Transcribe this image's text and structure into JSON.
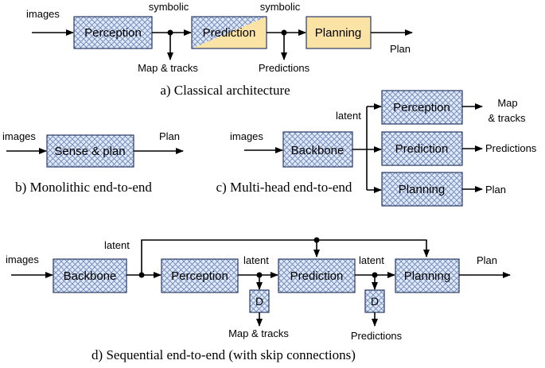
{
  "classical": {
    "images": "images",
    "symbolic_1": "symbolic",
    "symbolic_2": "symbolic",
    "perception": "Perception",
    "prediction": "Prediction",
    "planning": "Planning",
    "map_tracks": "Map & tracks",
    "predictions": "Predictions",
    "plan": "Plan",
    "caption": "a) Classical architecture"
  },
  "monolithic": {
    "images": "images",
    "sense_plan": "Sense & plan",
    "plan": "Plan",
    "caption": "b) Monolithic end-to-end"
  },
  "multihead": {
    "images": "images",
    "latent": "latent",
    "backbone": "Backbone",
    "perception": "Perception",
    "prediction": "Prediction",
    "planning": "Planning",
    "map": "Map",
    "and_tracks": "& tracks",
    "predictions": "Predictions",
    "plan": "Plan",
    "caption": "c) Multi-head end-to-end"
  },
  "sequential": {
    "images": "images",
    "latent_1": "latent",
    "latent_2": "latent",
    "latent_3": "latent",
    "backbone": "Backbone",
    "perception": "Perception",
    "prediction": "Prediction",
    "planning": "Planning",
    "decoder_1": "D",
    "decoder_2": "D",
    "map_tracks": "Map & tracks",
    "predictions": "Predictions",
    "plan": "Plan",
    "caption": "d) Sequential end-to-end (with skip connections)"
  },
  "colors": {
    "hatch_fill": "#dfe9f7",
    "hatch_line": "#6f86b8",
    "solid_fill": "#fbe3a6",
    "box_border": "#2a3a66"
  }
}
